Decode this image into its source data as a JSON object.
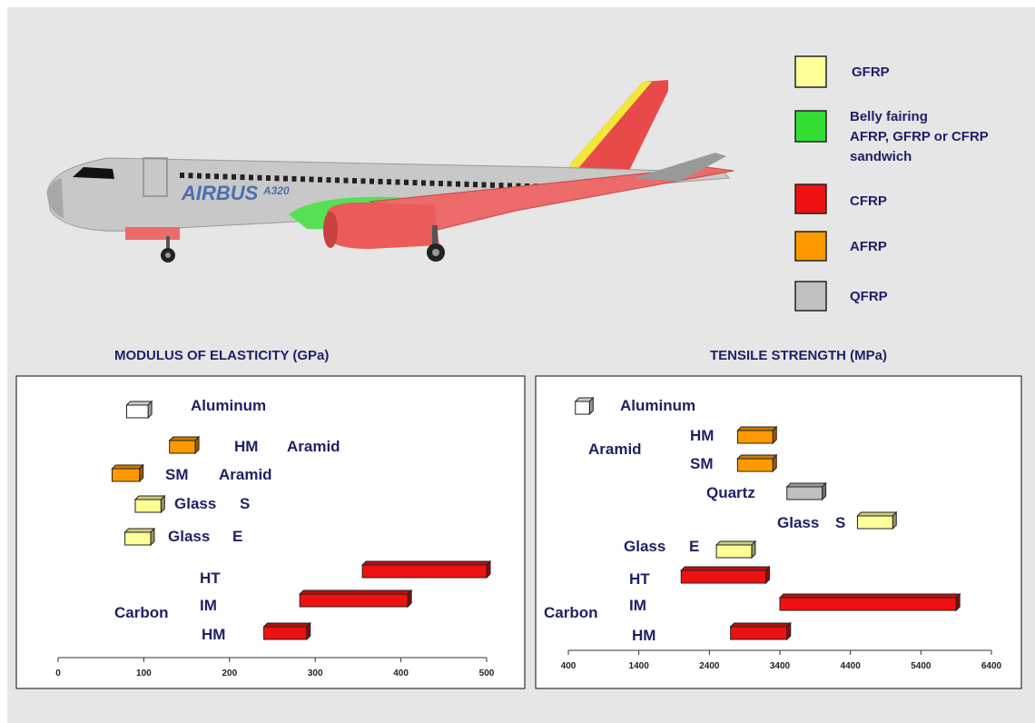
{
  "aircraft": {
    "livery_text": "AIRBUS",
    "model_text": "A320"
  },
  "legend": {
    "items": [
      {
        "label": "GFRP",
        "color": "#ffff99"
      },
      {
        "label": "Belly fairing\nAFRP, GFRP or CFRP\nsandwich",
        "color": "#33dd33"
      },
      {
        "label": "CFRP",
        "color": "#ee1111"
      },
      {
        "label": "AFRP",
        "color": "#ff9900"
      },
      {
        "label": "QFRP",
        "color": "#c0c0c0"
      }
    ]
  },
  "colors": {
    "aluminum": "#ffffff",
    "aramid": "#ff9900",
    "glass": "#ffff99",
    "quartz": "#c0c0c0",
    "carbon": "#ee1111",
    "text": "#1f1f66"
  },
  "chart_data": [
    {
      "type": "bar",
      "orientation": "horizontal-range",
      "title": "MODULUS OF ELASTICITY (GPa)",
      "xlim": [
        0,
        500
      ],
      "xticks": [
        0,
        100,
        200,
        300,
        400,
        500
      ],
      "bars": [
        {
          "material": "aluminum",
          "from": 80,
          "to": 105
        },
        {
          "material": "aramid",
          "from": 130,
          "to": 160
        },
        {
          "material": "aramid",
          "from": 63,
          "to": 95
        },
        {
          "material": "glass",
          "from": 90,
          "to": 120
        },
        {
          "material": "glass",
          "from": 78,
          "to": 108
        },
        {
          "material": "carbon",
          "from": 355,
          "to": 500
        },
        {
          "material": "carbon",
          "from": 282,
          "to": 408
        },
        {
          "material": "carbon",
          "from": 240,
          "to": 290
        }
      ],
      "labels": [
        {
          "text": "Aluminum"
        },
        {
          "text": "HM"
        },
        {
          "text": "Aramid"
        },
        {
          "text": "SM"
        },
        {
          "text": "Aramid"
        },
        {
          "text": "Glass"
        },
        {
          "text": "S"
        },
        {
          "text": "Glass"
        },
        {
          "text": "E"
        },
        {
          "text": "HT"
        },
        {
          "text": "IM"
        },
        {
          "text": "HM"
        },
        {
          "text": "Carbon"
        }
      ]
    },
    {
      "type": "bar",
      "orientation": "horizontal-range",
      "title": "TENSILE STRENGTH (MPa)",
      "xlim": [
        400,
        6400
      ],
      "xticks": [
        400,
        1400,
        2400,
        3400,
        4400,
        5400,
        6400
      ],
      "bars": [
        {
          "material": "aluminum",
          "from": 500,
          "to": 700
        },
        {
          "material": "aramid",
          "from": 2800,
          "to": 3300
        },
        {
          "material": "aramid",
          "from": 2800,
          "to": 3300
        },
        {
          "material": "quartz",
          "from": 3500,
          "to": 4000
        },
        {
          "material": "glass",
          "from": 4500,
          "to": 5000
        },
        {
          "material": "glass",
          "from": 2500,
          "to": 3000
        },
        {
          "material": "carbon",
          "from": 2000,
          "to": 3200
        },
        {
          "material": "carbon",
          "from": 3400,
          "to": 5900
        },
        {
          "material": "carbon",
          "from": 2700,
          "to": 3500
        }
      ],
      "labels": [
        {
          "text": "Aluminum"
        },
        {
          "text": "HM"
        },
        {
          "text": "Aramid"
        },
        {
          "text": "SM"
        },
        {
          "text": "Quartz"
        },
        {
          "text": "Glass"
        },
        {
          "text": "S"
        },
        {
          "text": "Glass"
        },
        {
          "text": "E"
        },
        {
          "text": "HT"
        },
        {
          "text": "IM"
        },
        {
          "text": "HM"
        },
        {
          "text": "Carbon"
        }
      ]
    }
  ]
}
